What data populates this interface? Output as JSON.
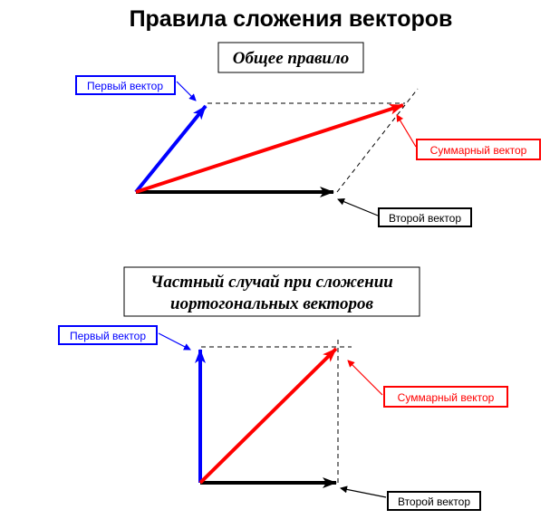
{
  "title": "Правила сложения векторов",
  "general": {
    "heading": "Общее правило",
    "first_vector": "Первый вектор",
    "sum_vector": "Суммарный вектор",
    "second_vector": "Второй вектор"
  },
  "orthogonal": {
    "heading_line1": "Частный случай при сложении",
    "heading_line2": "иортогональных векторов",
    "first_vector": "Первый вектор",
    "sum_vector": "Суммарный вектор",
    "second_vector": "Второй вектор"
  },
  "colors": {
    "first": "#0000ff",
    "second": "#000000",
    "sum": "#ff0000"
  }
}
